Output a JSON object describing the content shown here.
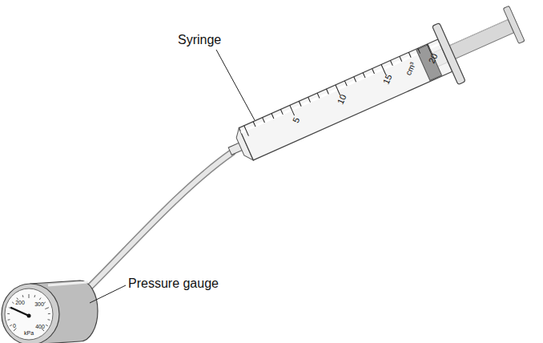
{
  "diagram": {
    "labels": [
      "Syringe",
      "5",
      "10",
      "15",
      "cm³",
      "20",
      "Pressure gauge",
      "200",
      "300",
      "0",
      "400",
      "kPa"
    ]
  }
}
